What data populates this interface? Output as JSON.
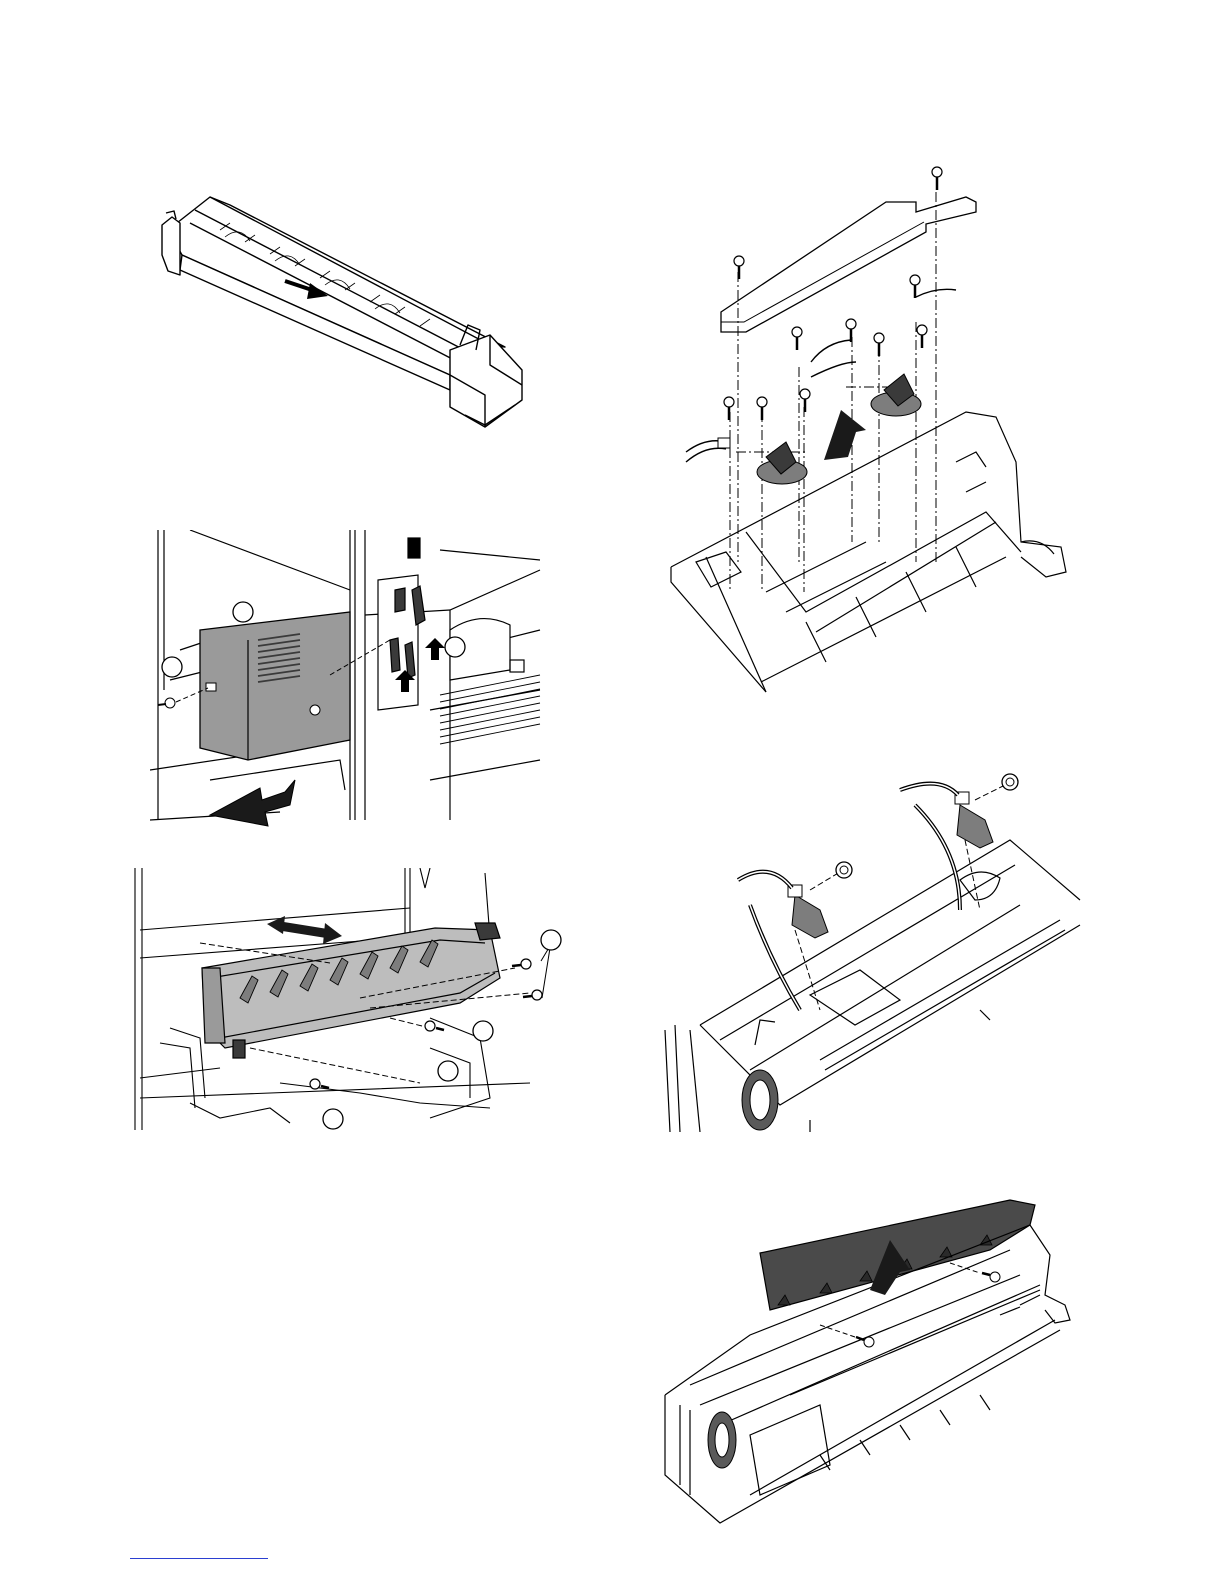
{
  "page": {
    "figures": [
      "fusing-unit-slide",
      "fusing-cover-removal",
      "fusing-unit-removal",
      "thermostat-plate-removal",
      "thermistor-removal",
      "separation-pawl-unit-removal"
    ],
    "colors": {
      "line": "#000000",
      "shade_gray": "#9a9a9a",
      "dark_gray": "#3a3a3a",
      "footer_rule": "#2b3fd1"
    }
  }
}
